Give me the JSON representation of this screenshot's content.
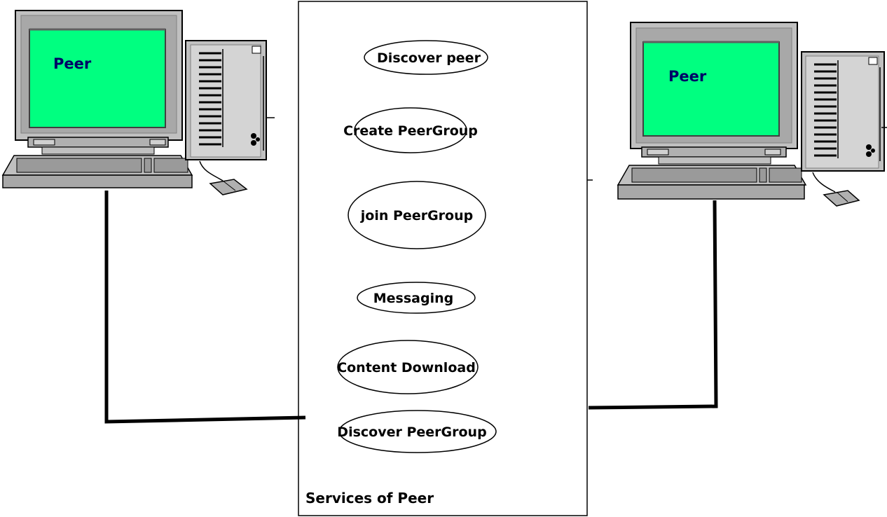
{
  "diagram": {
    "left_peer": {
      "screen_label": "Peer",
      "icon": "desktop-computer-icon"
    },
    "right_peer": {
      "screen_label": "Peer",
      "icon": "desktop-computer-icon"
    },
    "services_box": {
      "caption": "Services of Peer",
      "services": [
        "Discover peer",
        "Create PeerGroup",
        "join PeerGroup",
        "Messaging",
        "Content Download",
        "Discover PeerGroup"
      ]
    },
    "colors": {
      "screen": "#00ff80",
      "computer_body": "#c0c0c0",
      "line": "#000000"
    }
  }
}
